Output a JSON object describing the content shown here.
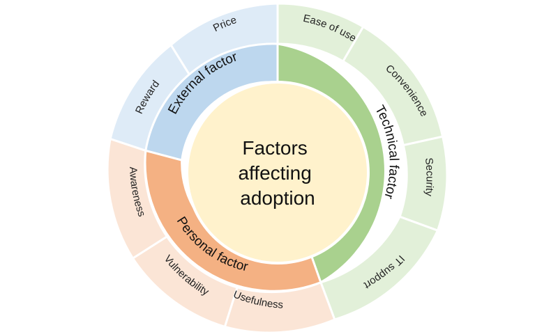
{
  "center": {
    "lines": [
      "Factors",
      "affecting",
      "adoption"
    ],
    "color": "#FFF2CC"
  },
  "factors": [
    {
      "label": "External factor",
      "color": "#BDD7EE",
      "light_color": "#DEEBF7",
      "subfactors": [
        "Reward",
        "Price"
      ]
    },
    {
      "label": "Technical factor",
      "color": "#A9D18E",
      "light_color": "#E2F0D9",
      "subfactors": [
        "Ease of use",
        "Convenience",
        "Security",
        "IT support"
      ]
    },
    {
      "label": "Personal factor",
      "color": "#F4B183",
      "light_color": "#FBE5D6",
      "subfactors": [
        "Usefulness",
        "Vulnerability",
        "Awareness"
      ]
    }
  ]
}
